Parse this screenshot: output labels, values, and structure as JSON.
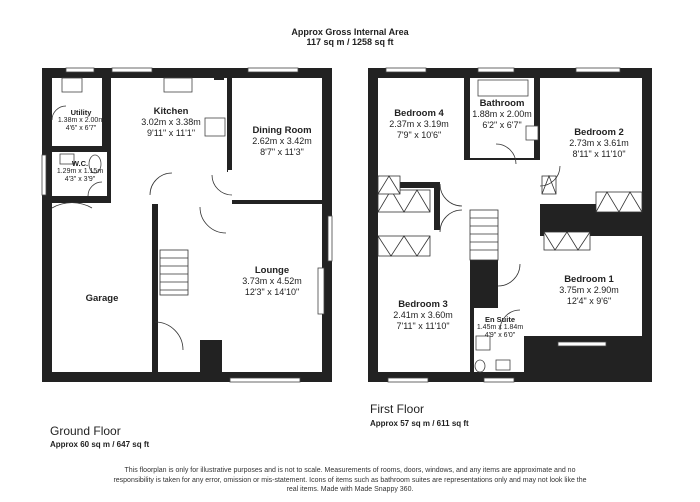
{
  "header": {
    "title": "Approx Gross Internal Area",
    "area": "117 sq m / 1258 sq ft"
  },
  "ground_floor": {
    "name": "Ground Floor",
    "area": "Approx 60 sq m / 647 sq ft",
    "rooms": {
      "utility": {
        "name": "Utility",
        "metric": "1.38m x 2.00m",
        "imperial": "4'6\" x 6'7\""
      },
      "kitchen": {
        "name": "Kitchen",
        "metric": "3.02m x 3.38m",
        "imperial": "9'11\" x 11'1\""
      },
      "dining": {
        "name": "Dining Room",
        "metric": "2.62m x 3.42m",
        "imperial": "8'7\" x 11'3\""
      },
      "wc": {
        "name": "W.C.",
        "metric": "1.29m x 1.15m",
        "imperial": "4'3\" x 3'9\""
      },
      "lounge": {
        "name": "Lounge",
        "metric": "3.73m x 4.52m",
        "imperial": "12'3\" x 14'10\""
      },
      "garage": {
        "name": "Garage"
      }
    }
  },
  "first_floor": {
    "name": "First Floor",
    "area": "Approx 57 sq m / 611 sq ft",
    "rooms": {
      "bed4": {
        "name": "Bedroom 4",
        "metric": "2.37m x 3.19m",
        "imperial": "7'9\" x 10'6\""
      },
      "bath": {
        "name": "Bathroom",
        "metric": "1.88m x 2.00m",
        "imperial": "6'2\" x 6'7\""
      },
      "bed2": {
        "name": "Bedroom 2",
        "metric": "2.73m x 3.61m",
        "imperial": "8'11\" x 11'10\""
      },
      "bed1": {
        "name": "Bedroom 1",
        "metric": "3.75m x 2.90m",
        "imperial": "12'4\" x 9'6\""
      },
      "bed3": {
        "name": "Bedroom 3",
        "metric": "2.41m x 3.60m",
        "imperial": "7'11\" x 11'10\""
      },
      "ensuite": {
        "name": "En Suite",
        "metric": "1.45m x 1.84m",
        "imperial": "4'9\" x 6'0\""
      }
    }
  },
  "disclaimer": "This floorplan is only for illustrative purposes and is not to scale. Measurements of rooms, doors, windows, and any items are approximate and no responsibility is taken for any error, omission or mis-statement. Icons of items such as bathroom suites are representations only and may not look like the real items. Made with Made Snappy 360."
}
